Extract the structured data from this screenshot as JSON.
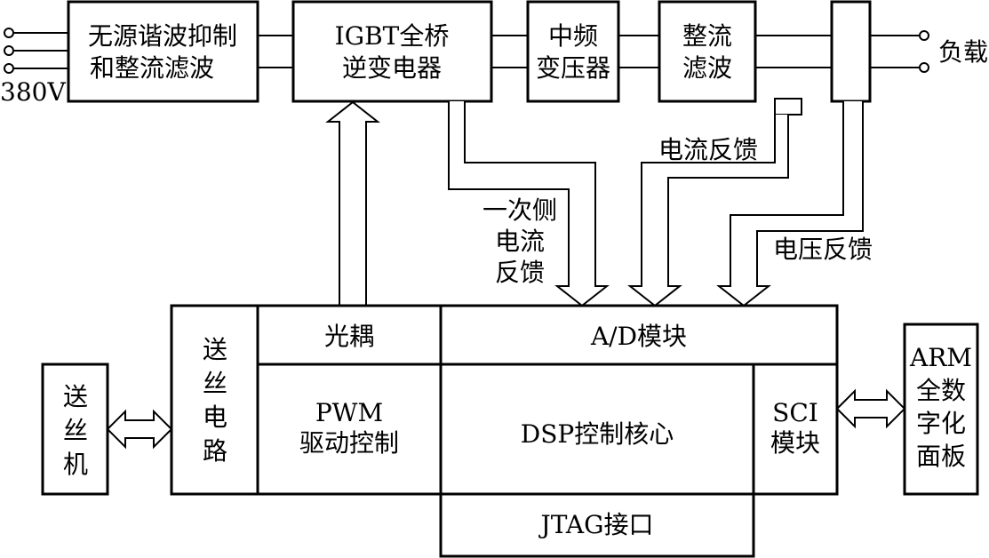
{
  "blocks": {
    "filter_l1": "无源谐波抑制",
    "filter_l2": "和整流滤波",
    "igbt_l1": "IGBT全桥",
    "igbt_l2": "逆变电器",
    "xfmr_l1": "中频",
    "xfmr_l2": "变压器",
    "rect_l1": "整流",
    "rect_l2": "滤波",
    "optocoupler": "光耦",
    "ad_module": "A/D模块",
    "pwm_l1": "PWM",
    "pwm_l2": "驱动控制",
    "dsp_core": "DSP控制核心",
    "sci_l1": "SCI",
    "sci_l2": "模块",
    "jtag": "JTAG接口"
  },
  "vertical": {
    "wire_feed_circuit": [
      "送",
      "丝",
      "电",
      "路"
    ],
    "wire_feeder": [
      "送",
      "丝",
      "机"
    ],
    "arm_panel": [
      "ARM",
      "全数",
      "字化",
      "面板"
    ]
  },
  "labels": {
    "input_voltage": "380V",
    "load": "负载",
    "current_feedback": "电流反馈",
    "voltage_feedback": "电压反馈",
    "primary_fb_l1": "一次侧",
    "primary_fb_l2": "电流",
    "primary_fb_l3": "反馈"
  }
}
